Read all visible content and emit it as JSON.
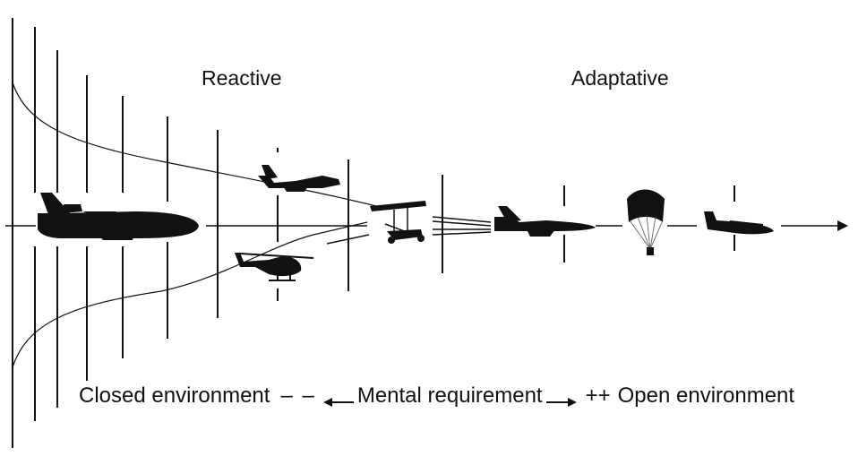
{
  "labels": {
    "reactive": "Reactive",
    "adaptative": "Adaptative"
  },
  "caption": {
    "closed": "Closed environment",
    "dashes": "– –",
    "mental": "Mental requirement",
    "plus": "++",
    "open": "Open environment"
  },
  "icons": {
    "vehicles": [
      "airliner-icon",
      "light-aircraft-icon",
      "helicopter-icon",
      "ultralight-trike-icon",
      "jet-aircraft-icon",
      "paraglider-icon",
      "glider-icon"
    ]
  },
  "colors": {
    "ink": "#111111",
    "background": "#ffffff"
  }
}
